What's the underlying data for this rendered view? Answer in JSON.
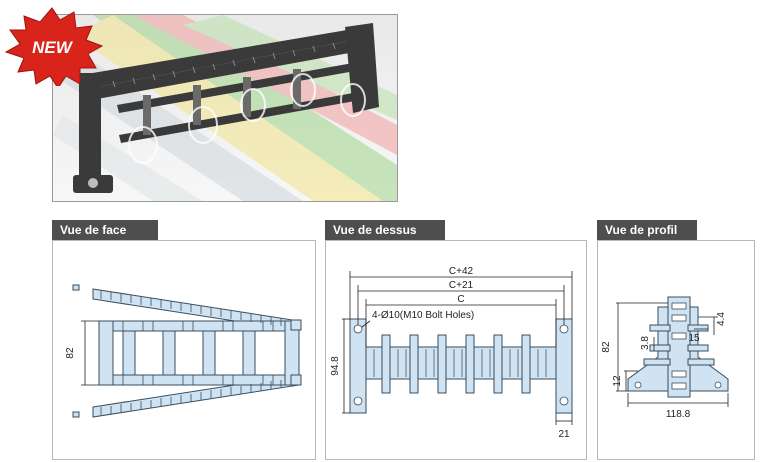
{
  "badge": {
    "label": "NEW"
  },
  "views": {
    "front": {
      "title": "Vue de face",
      "height_dim": "82"
    },
    "top": {
      "title": "Vue de dessus",
      "dim_c42": "C+42",
      "dim_c21": "C+21",
      "dim_c": "C",
      "holes": "4-Ø10(M10 Bolt Holes)",
      "dim_948": "94.8",
      "dim_21": "21"
    },
    "side": {
      "title": "Vue de profil",
      "dim_82": "82",
      "dim_12": "12",
      "dim_38": "3.8",
      "dim_15": "15",
      "dim_44": "4.4",
      "dim_1188": "118.8"
    }
  },
  "colors": {
    "part_fill": "#cfe3f2",
    "part_stroke": "#3a4d5e",
    "tab_bg": "#4e4e4e",
    "badge_red": "#d9241b"
  }
}
